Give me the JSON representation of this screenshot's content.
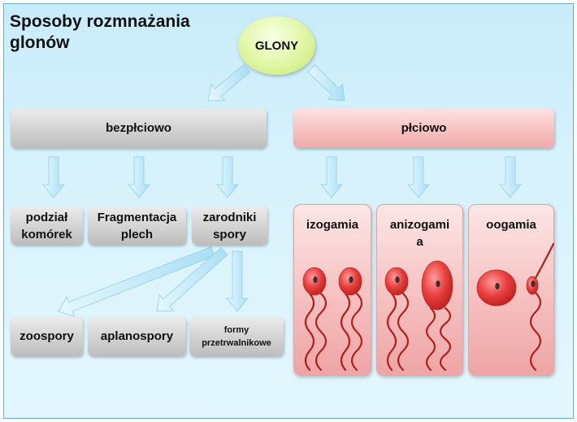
{
  "title": "Sposoby rozmnażania\nglonów",
  "root": {
    "label": "GLONY"
  },
  "branches": {
    "asexual": {
      "label": "bezpłciowo",
      "children": [
        "podział\nkomórek",
        "Fragmentacja\nplech",
        "zarodniki\nspory"
      ],
      "spores": [
        "zoospory",
        "aplanospory",
        "formy\nprzetrwalnikowe"
      ]
    },
    "sexual": {
      "label": "płciowo",
      "panels": [
        "izogamia",
        "anizogamia",
        "oogamia"
      ]
    }
  },
  "colors": {
    "background": "#d2f0fb",
    "gray_box": "#d2d2d2",
    "pink_box": "#f7c2c2",
    "root_ellipse": "#e4f8ae",
    "arrow": "#bfe8f8",
    "gamete": "#e23a3a",
    "flagellum": "#b21d1d"
  }
}
